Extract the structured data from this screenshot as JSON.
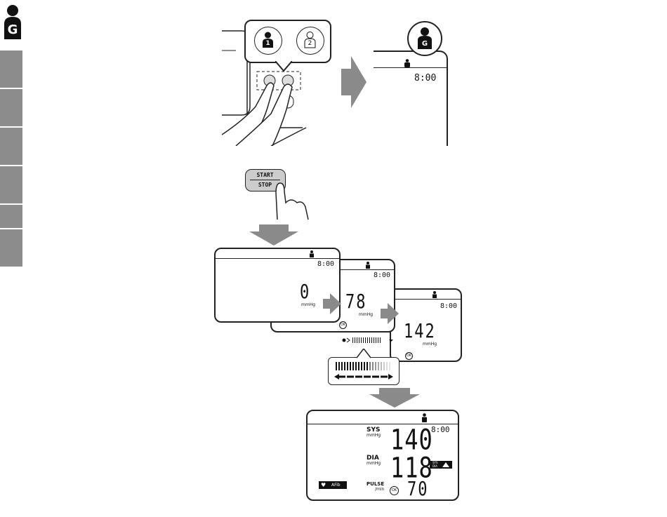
{
  "guest_badge": {
    "letter": "G"
  },
  "user_select": {
    "user1_number": "1",
    "user2_number": "2",
    "start_button_top": "START",
    "start_button_bottom": "STOP"
  },
  "top_display": {
    "time": "8:00"
  },
  "display_1": {
    "time": "8:00",
    "pressure": "0",
    "unit": "mmHg"
  },
  "display_2": {
    "time": "8:00",
    "pressure": "78",
    "unit": "mmHg"
  },
  "display_3": {
    "time": "8:00",
    "pressure": "142",
    "unit": "mmHg"
  },
  "result_display": {
    "time": "8:00",
    "sys_label": "SYS",
    "sys_unit": "mmHg",
    "sys_value": "140",
    "dia_label": "DIA",
    "dia_unit": "mmHg",
    "dia_value": "118",
    "pulse_label": "PULSE",
    "pulse_unit": "/min",
    "pulse_value": "70",
    "afib_label": "AFib",
    "sysdia_badge_top": "SYS",
    "sysdia_badge_bottom": "DIA",
    "ok_label": "OK"
  },
  "sidebar_tabs": 6,
  "colors": {
    "sidebar": "#8c8c8c",
    "arrow": "#8a8a8a",
    "ink": "#111111"
  }
}
